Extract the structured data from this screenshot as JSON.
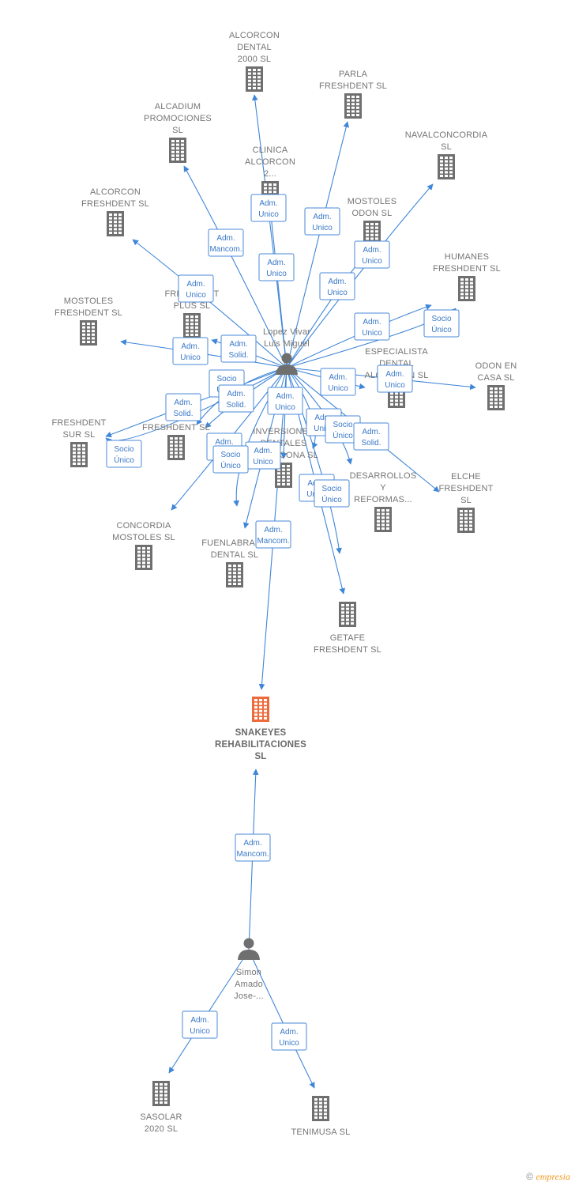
{
  "colors": {
    "edge": "#3f86d8",
    "building": "#6f6f6f",
    "focus_building": "#ee6a3a",
    "person": "#6f6f6f"
  },
  "nodes": [
    {
      "id": "n1",
      "kind": "company",
      "label": [
        "ALCORCON",
        "DENTAL",
        "2000  SL"
      ]
    },
    {
      "id": "n2",
      "kind": "company",
      "label": [
        "PARLA",
        "FRESHDENT SL"
      ]
    },
    {
      "id": "n3",
      "kind": "company",
      "label": [
        "ALCADIUM",
        "PROMOCIONES",
        "SL"
      ]
    },
    {
      "id": "n4",
      "kind": "company",
      "label": [
        "CLINICA",
        "ALCORCON",
        "2..."
      ]
    },
    {
      "id": "n5",
      "kind": "company",
      "label": [
        "NAVALCONCORDIA",
        "SL"
      ]
    },
    {
      "id": "n6",
      "kind": "company",
      "label": [
        "ALCORCON",
        "FRESHDENT SL"
      ]
    },
    {
      "id": "n7",
      "kind": "company",
      "label": [
        "MOSTOLES",
        "ODON  SL"
      ]
    },
    {
      "id": "n8",
      "kind": "company",
      "label": [
        "HUMANES",
        "FRESHDENT SL"
      ]
    },
    {
      "id": "n9",
      "kind": "company",
      "label": [
        "MOSTOLES",
        "FRESHDENT SL"
      ]
    },
    {
      "id": "n10",
      "kind": "company",
      "label": [
        "FRESHDENT",
        "PLUS SL"
      ]
    },
    {
      "id": "n11",
      "kind": "company",
      "label": [
        "ESPECIALISTA",
        "DENTAL",
        "ALCORCON SL"
      ]
    },
    {
      "id": "n12",
      "kind": "company",
      "label": [
        "ODON EN",
        "CASA  SL"
      ]
    },
    {
      "id": "n13",
      "kind": "company",
      "label": [
        "FRESHDENT",
        "SUR SL"
      ]
    },
    {
      "id": "n14",
      "kind": "company",
      "label": [
        "FRESHDENT SL"
      ]
    },
    {
      "id": "n15",
      "kind": "company",
      "label": [
        "INVERSIONES",
        "DENTALES",
        "ALCORCONA SL"
      ]
    },
    {
      "id": "n16",
      "kind": "company",
      "label": [
        "DESARROLLOS",
        "Y",
        "REFORMAS..."
      ]
    },
    {
      "id": "n17",
      "kind": "company",
      "label": [
        "ELCHE",
        "FRESHDENT",
        "SL"
      ]
    },
    {
      "id": "n18",
      "kind": "company",
      "label": [
        "CONCORDIA",
        "MOSTOLES  SL"
      ]
    },
    {
      "id": "n19",
      "kind": "company",
      "label": [
        "FUENLABRADA",
        "DENTAL SL"
      ]
    },
    {
      "id": "n20",
      "kind": "company",
      "label": [
        "GETAFE",
        "FRESHDENT SL"
      ]
    },
    {
      "id": "focus",
      "kind": "focus",
      "label": [
        "SNAKEYES",
        "REHABILITACIONES",
        "SL"
      ]
    },
    {
      "id": "p1",
      "kind": "person",
      "label": [
        "Lopez Vivar",
        "Luis Miguel"
      ]
    },
    {
      "id": "p2",
      "kind": "person",
      "label": [
        "Simon",
        "Amado",
        "Jose-..."
      ]
    },
    {
      "id": "n21",
      "kind": "company",
      "label": [
        "SASOLAR",
        "2020  SL"
      ]
    },
    {
      "id": "n22",
      "kind": "company",
      "label": [
        "TENIMUSA SL"
      ]
    }
  ],
  "edges": [
    {
      "from": "p1",
      "to": "n1",
      "label": [
        "Adm.",
        "Unico"
      ]
    },
    {
      "from": "p1",
      "to": "n4",
      "label": [
        "Adm.",
        "Unico"
      ]
    },
    {
      "from": "p1",
      "to": "n2",
      "label": [
        "Adm.",
        "Unico"
      ]
    },
    {
      "from": "p1",
      "to": "n3",
      "label": [
        "Adm.",
        "Mancom."
      ]
    },
    {
      "from": "p1",
      "to": "n5",
      "label": [
        "Adm.",
        "Unico"
      ]
    },
    {
      "from": "p1",
      "to": "n7",
      "label": [
        "Adm.",
        "Unico"
      ]
    },
    {
      "from": "p1",
      "to": "n6",
      "label": [
        "Adm.",
        "Unico"
      ]
    },
    {
      "from": "p1",
      "to": "n8",
      "label": [
        "Adm.",
        "Unico"
      ]
    },
    {
      "from": "p1",
      "to": "n8",
      "label": [
        "Socio",
        "Único"
      ]
    },
    {
      "from": "p1",
      "to": "n9",
      "label": [
        "Adm.",
        "Unico"
      ]
    },
    {
      "from": "p1",
      "to": "n10",
      "label": [
        "Adm.",
        "Solid."
      ]
    },
    {
      "from": "p1",
      "to": "n11",
      "label": [
        "Adm.",
        "Unico"
      ]
    },
    {
      "from": "p1",
      "to": "n12",
      "label": [
        "Adm.",
        "Unico"
      ]
    },
    {
      "from": "p1",
      "to": "n13",
      "label": [
        "Adm.",
        "Solid."
      ]
    },
    {
      "from": "p1",
      "to": "n13",
      "label": [
        "Socio",
        "Único"
      ]
    },
    {
      "from": "p1",
      "to": "n14",
      "label": [
        "Socio",
        "Único"
      ]
    },
    {
      "from": "p1",
      "to": "n14",
      "label": [
        "Adm.",
        "Solid."
      ]
    },
    {
      "from": "p1",
      "to": "n15",
      "label": [
        "Adm.",
        "Unico"
      ]
    },
    {
      "from": "p1",
      "to": "n16",
      "label": [
        "Adm.",
        "Unico"
      ]
    },
    {
      "from": "p1",
      "to": "n16",
      "label": [
        "Socio",
        "Único"
      ]
    },
    {
      "from": "p1",
      "to": "n17",
      "label": [
        "Adm.",
        "Solid."
      ]
    },
    {
      "from": "p1",
      "to": "n18",
      "label": [
        "Adm.",
        "Unico"
      ]
    },
    {
      "from": "p1",
      "to": "n19",
      "label": [
        "Adm.",
        "Unico"
      ]
    },
    {
      "from": "p1",
      "to": "n19",
      "label": [
        "Socio",
        "Único"
      ]
    },
    {
      "from": "p1",
      "to": "n20",
      "label": [
        "Adm.",
        "Unico"
      ]
    },
    {
      "from": "p1",
      "to": "n20",
      "label": [
        "Socio",
        "Único"
      ]
    },
    {
      "from": "p1",
      "to": "focus",
      "label": [
        "Adm.",
        "Mancom."
      ]
    },
    {
      "from": "p2",
      "to": "focus",
      "label": [
        "Adm.",
        "Mancom."
      ]
    },
    {
      "from": "p2",
      "to": "n21",
      "label": [
        "Adm.",
        "Unico"
      ]
    },
    {
      "from": "p2",
      "to": "n22",
      "label": [
        "Adm.",
        "Unico"
      ]
    }
  ],
  "footer": {
    "copyright": "©",
    "brand": "empresia"
  }
}
